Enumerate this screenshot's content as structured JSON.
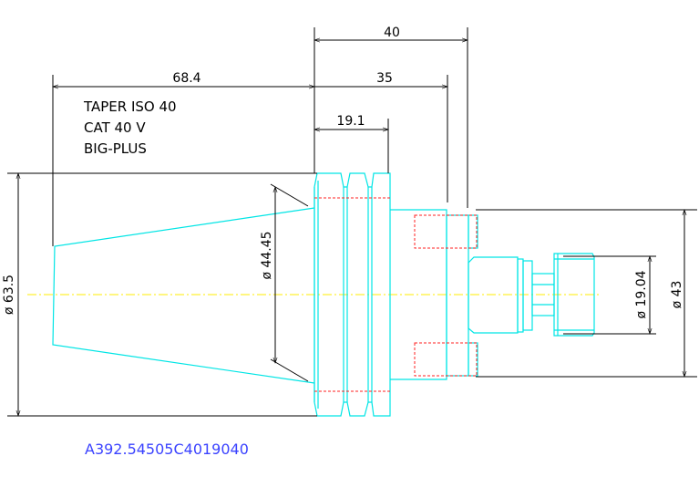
{
  "dimensions": {
    "overall_length": "40",
    "gauge_length": "68.4",
    "flange_to_face": "35",
    "flange_width": "19.1",
    "flange_diameter": "ø 63.5",
    "taper_diameter": "ø 44.45",
    "bore_diameter": "ø 19.04",
    "body_diameter": "ø 43"
  },
  "notes": {
    "line1": "TAPER ISO 40",
    "line2": "CAT 40 V",
    "line3": "BIG-PLUS"
  },
  "part_number": "A392.54505C4019040",
  "colors": {
    "geometry": "#00e5e5",
    "hidden": "#ff2020",
    "centerline": "#ffee00",
    "dimension": "#000000",
    "part_number": "#3b43ff"
  }
}
